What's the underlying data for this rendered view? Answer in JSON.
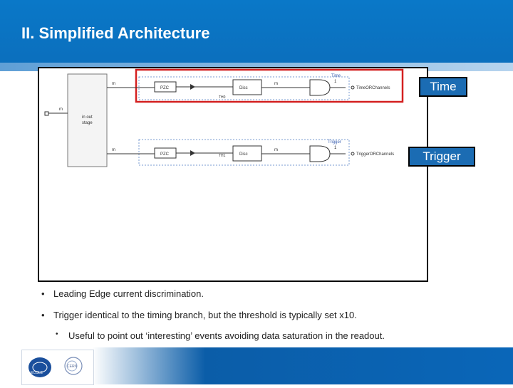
{
  "slide": {
    "title": "II. Simplified Architecture"
  },
  "callouts": {
    "time": "Time",
    "trigger": "Trigger"
  },
  "diagram": {
    "input_stage_line1": "in out",
    "input_stage_line2": "stage",
    "signal_label": "m",
    "pzc_label": "PZC",
    "disc_label": "Disc",
    "th_time": "TH0",
    "th_trigger": "TH1",
    "time_box_label": "Time",
    "time_box_num": "1",
    "trigger_box_label": "Trigger",
    "trigger_box_num": "1",
    "time_output": "TimeORChannels",
    "trigger_output": "TriggerORChannels"
  },
  "bullets": [
    {
      "text": "Leading Edge current discrimination."
    },
    {
      "text": "Trigger identical to the timing branch, but the threshold is typically set x10."
    },
    {
      "text": "Useful to point out ‘interesting’ events avoiding data saturation in the readout."
    }
  ],
  "footer": {
    "logo_left": "ECOLE",
    "logo_right": "CERN"
  }
}
